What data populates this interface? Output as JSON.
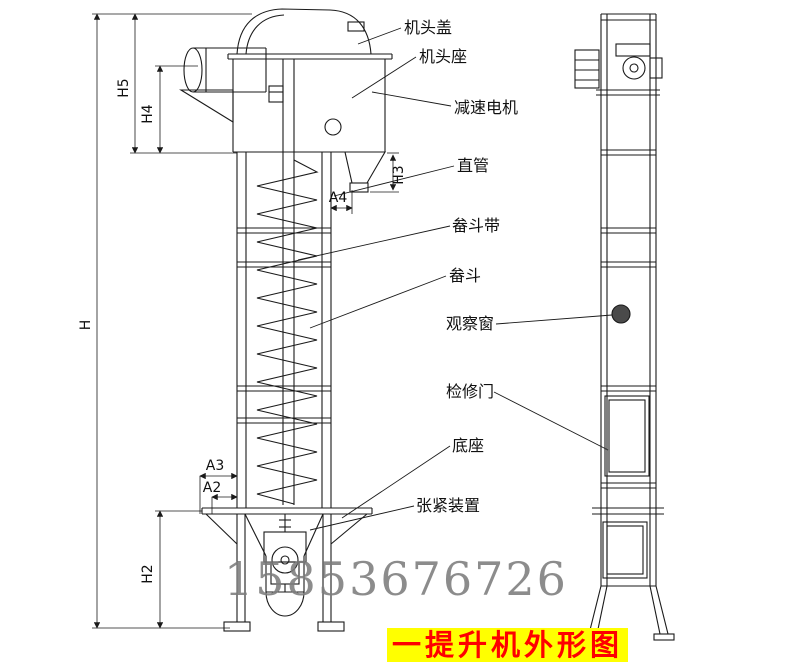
{
  "labels": {
    "head_cover": "机头盖",
    "head_seat": "机头座",
    "motor": "减速电机",
    "straight_pipe": "直管",
    "bucket_belt": "畚斗带",
    "bucket": "畚斗",
    "observation_window": "观察窗",
    "inspection_door": "检修门",
    "base": "底座",
    "tensioning_device": "张紧装置"
  },
  "dims": {
    "h": "H",
    "h2": "H2",
    "h3": "H3",
    "h4": "H4",
    "h5": "H5",
    "a2": "A2",
    "a3": "A3",
    "a4": "A4"
  },
  "watermark": "15853676726",
  "caption": "一提升机外形图",
  "colors": {
    "line": "#1a1a1a",
    "caption_text": "#fe0000",
    "caption_bg": "#ffff00",
    "watermark": "#7d7d7d",
    "background": "#ffffff"
  }
}
